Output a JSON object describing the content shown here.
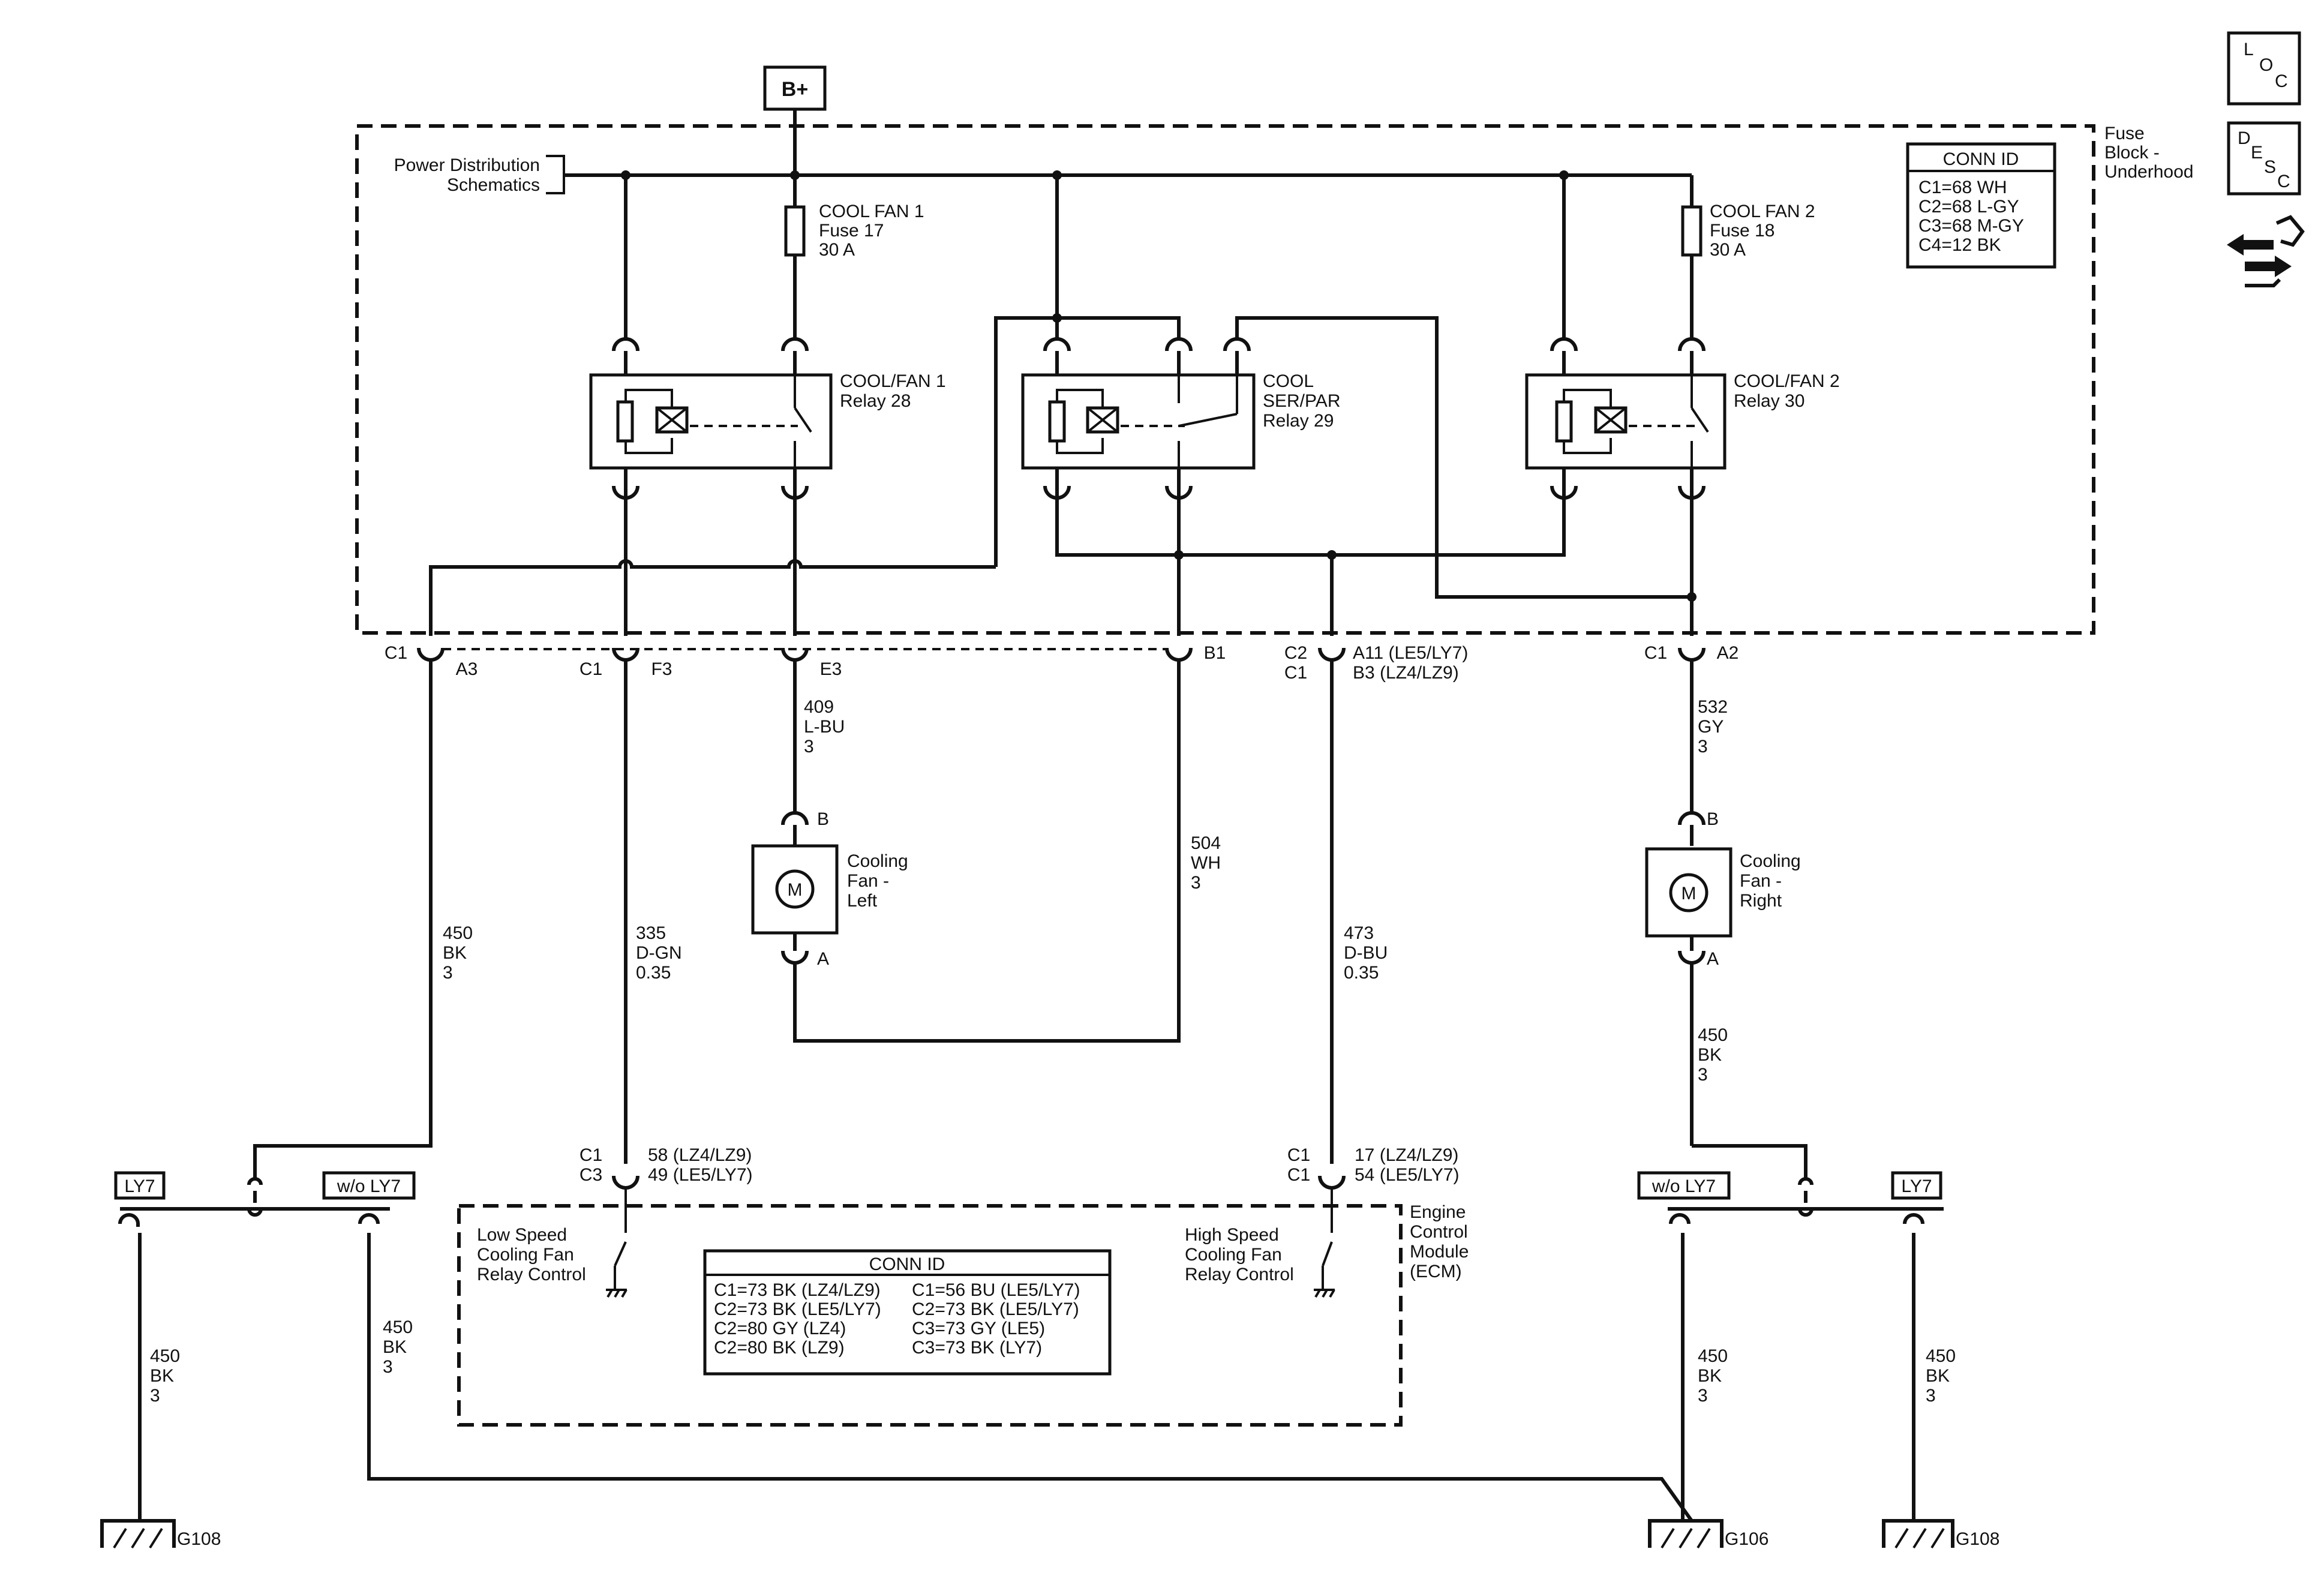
{
  "battery": "B+",
  "fuse_block": {
    "title_lines": [
      "Fuse",
      "Block -",
      "Underhood"
    ]
  },
  "power_dist": {
    "lines": [
      "Power Distribution",
      "Schematics"
    ]
  },
  "fuses": [
    {
      "name": "COOL FAN 1",
      "number": "Fuse 17",
      "rating": "30 A"
    },
    {
      "name": "COOL FAN 2",
      "number": "Fuse 18",
      "rating": "30 A"
    }
  ],
  "relays": [
    {
      "lines": [
        "COOL/FAN 1",
        "Relay 28"
      ]
    },
    {
      "lines": [
        "COOL",
        "SER/PAR",
        "Relay 29"
      ]
    },
    {
      "lines": [
        "COOL/FAN 2",
        "Relay 30"
      ]
    }
  ],
  "conn_id_fuse": {
    "title": "CONN ID",
    "rows": [
      "C1=68 WH",
      "C2=68 L-GY",
      "C3=68 M-GY",
      "C4=12 BK"
    ]
  },
  "terminals": {
    "t1": {
      "conn": "C1",
      "pin": "A3"
    },
    "t2": {
      "conn": "C1",
      "pin": "F3"
    },
    "t3": {
      "pin": "E3"
    },
    "t4": {
      "pin": "B1"
    },
    "t5": {
      "conn1": "C2",
      "conn2": "C1",
      "pin1": "A11 (LE5/LY7)",
      "pin2": "B3 (LZ4/LZ9)"
    },
    "t6": {
      "conn": "C1",
      "pin": "A2"
    }
  },
  "wires": {
    "w409": [
      "409",
      "L-BU",
      "3"
    ],
    "w504": [
      "504",
      "WH",
      "3"
    ],
    "w532": [
      "532",
      "GY",
      "3"
    ],
    "w450_left": [
      "450",
      "BK",
      "3"
    ],
    "w335": [
      "335",
      "D-GN",
      "0.35"
    ],
    "w473": [
      "473",
      "D-BU",
      "0.35"
    ],
    "w450_right": [
      "450",
      "BK",
      "3"
    ],
    "w450_g108_left": [
      "450",
      "BK",
      "3"
    ],
    "w450_wo_left": [
      "450",
      "BK",
      "3"
    ],
    "w450_g106": [
      "450",
      "BK",
      "3"
    ],
    "w450_g108_right": [
      "450",
      "BK",
      "3"
    ]
  },
  "motors": [
    {
      "symbol": "M",
      "pin_top": "B",
      "pin_bottom": "A",
      "lines": [
        "Cooling",
        "Fan -",
        "Left"
      ]
    },
    {
      "symbol": "M",
      "pin_top": "B",
      "pin_bottom": "A",
      "lines": [
        "Cooling",
        "Fan -",
        "Right"
      ]
    }
  ],
  "ecm": {
    "title_lines": [
      "Engine",
      "Control",
      "Module",
      "(ECM)"
    ],
    "low_conn": [
      "C1",
      "C3"
    ],
    "low_pins": [
      "58 (LZ4/LZ9)",
      "49 (LE5/LY7)"
    ],
    "high_conn": [
      "C1",
      "C1"
    ],
    "high_pins": [
      "17 (LZ4/LZ9)",
      "54 (LE5/LY7)"
    ],
    "low_label": [
      "Low Speed",
      "Cooling Fan",
      "Relay Control"
    ],
    "high_label": [
      "High Speed",
      "Cooling Fan",
      "Relay Control"
    ]
  },
  "conn_id_ecm": {
    "title": "CONN ID",
    "left": [
      "C1=73 BK (LZ4/LZ9)",
      "C2=73 BK (LE5/LY7)",
      "C2=80 GY (LZ4)",
      "C2=80 BK (LZ9)"
    ],
    "right": [
      "C1=56 BU (LE5/LY7)",
      "C2=73 BK (LE5/LY7)",
      "C3=73 GY (LE5)",
      "C3=73 BK (LY7)"
    ]
  },
  "options": {
    "left_ly7": "LY7",
    "left_wo": "w/o LY7",
    "right_wo": "w/o LY7",
    "right_ly7": "LY7"
  },
  "grounds": [
    "G108",
    "G106",
    "G108"
  ],
  "icons": {
    "loc": [
      "L",
      "O",
      "C"
    ],
    "desc": [
      "D",
      "E",
      "S",
      "C"
    ],
    "nav": "connector-arrows-icon"
  }
}
